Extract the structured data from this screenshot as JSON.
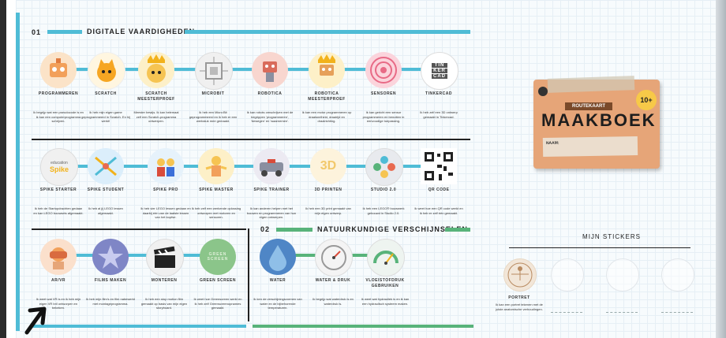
{
  "colors": {
    "blue": "#4fbcd6",
    "green": "#58b37a",
    "dark": "#222222"
  },
  "section1": {
    "number": "01",
    "title": "DIGITALE VAARDIGHEDEN"
  },
  "section2": {
    "number": "02",
    "title": "NATUURKUNDIGE VERSCHIJNSELEN"
  },
  "row1": [
    {
      "label": "PROGRAMMEREN",
      "desc": "Ik begrijp wat een pseudocode is en ik kan een computerprogramma schrijven.",
      "icon": "robot-icon"
    },
    {
      "label": "SCRATCH",
      "desc": "Ik heb mijn eigen game geprogrammeerd in Scratch. En hij werkt!",
      "icon": "cat-icon"
    },
    {
      "label": "SCRATCH MEESTERPROEF",
      "desc": "Meester bewijs. Ik kan helemaal zelf een Scratch-programma ontwerpen.",
      "icon": "crowned-cat-icon"
    },
    {
      "label": "MICROBIT",
      "desc": "Ik heb een Micro:Bit geprogrammeerd en ik heb er een werkstuk mee gemaakt.",
      "icon": "chip-icon"
    },
    {
      "label": "ROBOTICA",
      "desc": "Ik kan robots omschrijven met de begrippen 'programmeren', 'bewegen' en 'waarnemen'.",
      "icon": "robot-arm-icon"
    },
    {
      "label": "ROBOTICA MEESTERPROEF",
      "desc": "Ik kan een motor programmeren op draaisnelheid, draairijd en draairichting.",
      "icon": "crowned-robot-icon"
    },
    {
      "label": "SENSOREN",
      "desc": "Ik kan gericht een sensor programmeren en benutten in eenvoudige toepassing.",
      "icon": "sensor-icon"
    },
    {
      "label": "TINKERCAD",
      "desc": "Ik heb zelf een 3D ontwerp gemaakt in Tinkercad.",
      "icon": "tinkercad-icon"
    }
  ],
  "tinkercad_letters": [
    "TIN",
    "KER",
    "CAD"
  ],
  "row2": [
    {
      "label": "SPIKE STARTER",
      "desc": "Ik heb de Startopdrachten gedaan en kan LEGO bouwsets afgemaakt.",
      "icon": "spike-icon"
    },
    {
      "label": "SPIKE STUDENT",
      "desc": "Ik heb al jij LEGO lessen afgemaakt.",
      "icon": "student-icon"
    },
    {
      "label": "SPIKE PRO",
      "desc": "Ik heb vier LEGO lessen gedaan en daarbij één van de laatste lessen van het kopfse.",
      "icon": "lego-icon"
    },
    {
      "label": "SPIKE MASTER",
      "desc": "Ik heb zelf een werkende oplossing ontworpen met motoren en sensoren.",
      "icon": "master-icon"
    },
    {
      "label": "SPIKE TRAINER",
      "desc": "Ik kan anderen helpen met het bouwen en programmeren van hun eigen ontwerpen.",
      "icon": "trainer-icon"
    },
    {
      "label": "3D PRINTEN",
      "desc": "Ik heb een 3D print gemaakt van mijn eigen ontwerp.",
      "icon": "print-3d-icon"
    },
    {
      "label": "STUDIO 2.0",
      "desc": "Ik heb een LEGO® bouwwerk gebouwd in Studio 2.0.",
      "icon": "studio-icon"
    },
    {
      "label": "QR CODE",
      "desc": "Ik weet hoe een QR code werkt en ik heb er zelf één gemaakt.",
      "icon": "qr-code-icon"
    }
  ],
  "row3": [
    {
      "label": "AR/VR",
      "desc": "Ik weet wat VR is en ik heb mijn eigen VR bril ontworpen en bekeken.",
      "icon": "vr-icon"
    },
    {
      "label": "FILMS MAKEN",
      "desc": "Ik heb mijn film's en film nabewerkt met montageprogramma.",
      "icon": "star-icon"
    },
    {
      "label": "MONTEREN",
      "desc": "Ik heb een stop motion film gemaakt op basis van mijn eigen storyboard.",
      "icon": "clapper-icon"
    },
    {
      "label": "GREEN SCREEN",
      "desc": "Ik weet hoe Greenscreen werkt en ik heb zelf Greenscreenopnames gemaakt.",
      "icon": "green-screen-icon"
    }
  ],
  "green_screen_text": "GREEN SCREEN",
  "row4": [
    {
      "label": "WATER",
      "desc": "Ik ken de verschijningsvormen van water en de bijbehorende temperaturen.",
      "icon": "water-drop-icon"
    },
    {
      "label": "WATER & DRUK",
      "desc": "Ik begrijp wat waterdruk is en waterdruk is.",
      "icon": "pressure-icon"
    },
    {
      "label": "VLOEISTOFDRUK GEBRUIKEN",
      "desc": "Ik weet wat hydrauliek is en ik kan een hydraulisch systeem maken.",
      "icon": "gauge-icon"
    }
  ],
  "notebook": {
    "route": "ROUTEKAART",
    "title": "MAAKBOEK",
    "badge": "10+",
    "name_label": "NAAM:"
  },
  "stickers": {
    "title": "MIJN STICKERS",
    "first_label": "PORTRET",
    "first_desc": "Ik kan een portret tekenen met de juiste anatomische verhoudingen."
  },
  "spike_logo": {
    "top": "education",
    "bottom": "Spike"
  },
  "printer_text": "3D"
}
